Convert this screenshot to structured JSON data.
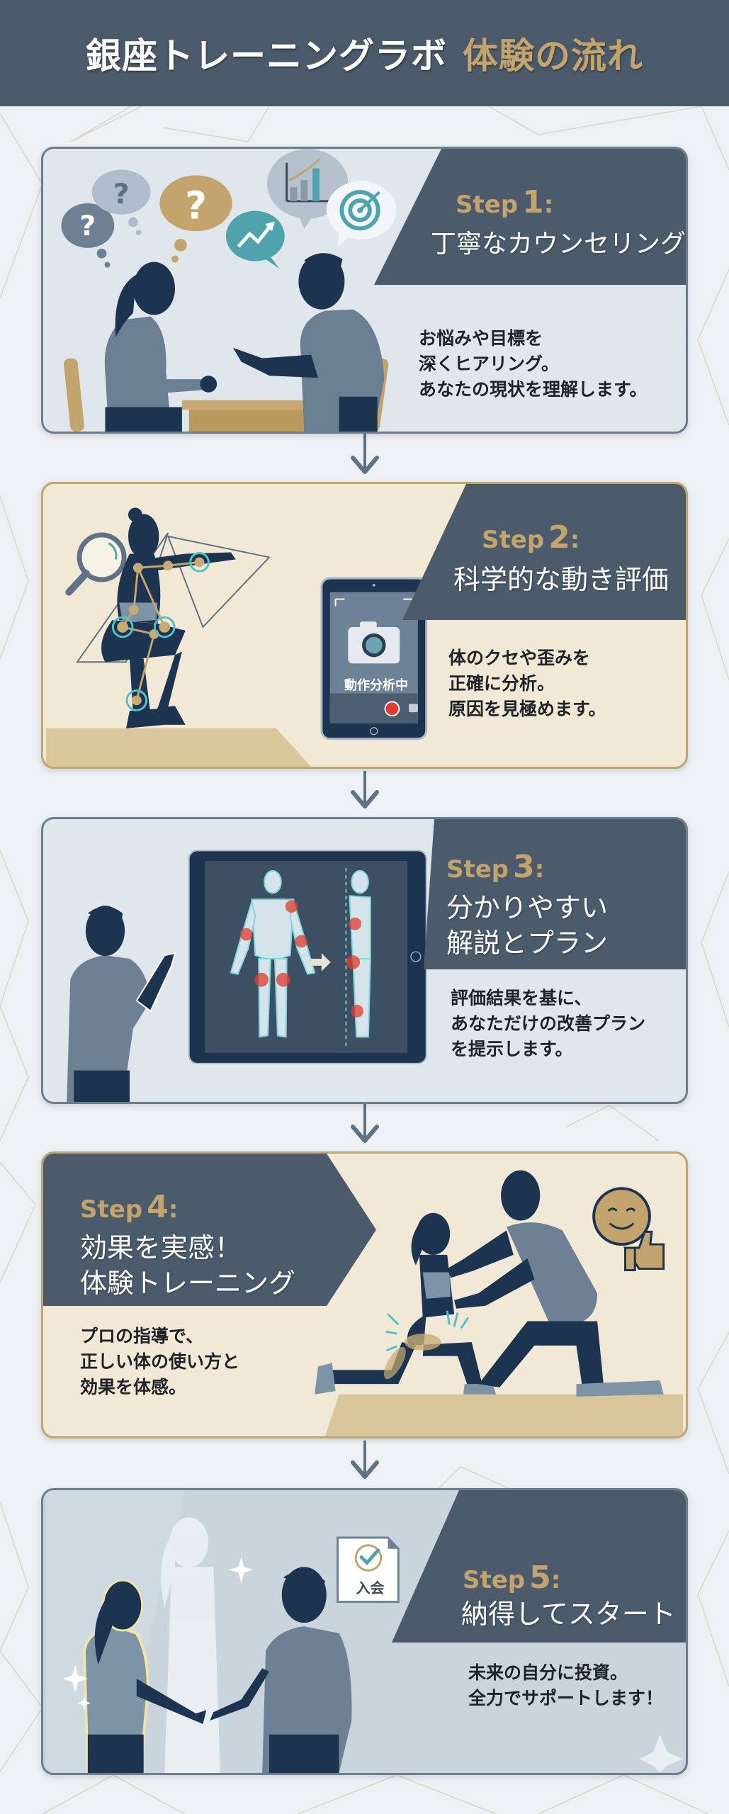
{
  "header": {
    "title_main": "銀座トレーニングラボ",
    "title_accent": "体験の流れ"
  },
  "colors": {
    "header_bg": "#4a5a6a",
    "accent_gold": "#c2a46c",
    "banner_slate": "#4b5b6c",
    "card_slate_bg": "#dfe6ec",
    "card_gold_bg": "#f1e8d6",
    "teal": "#4fa3ad",
    "navy_silhouette": "#1d3450",
    "alert_red": "#e23b2e"
  },
  "steps": [
    {
      "label": "Step",
      "number": "1",
      "colon": ":",
      "title_lines": [
        "丁寧なカウンセリング"
      ],
      "description_lines": [
        "お悩みや目標を",
        "深くヒアリング。",
        "あなたの現状を理解します。"
      ],
      "illustration": "counseling-two-people-icons",
      "icons": [
        "question-cloud-icon",
        "question-cloud-icon",
        "question-cloud-icon",
        "trend-up-bubble-icon",
        "bar-chart-bubble-icon",
        "target-bubble-icon"
      ]
    },
    {
      "label": "Step",
      "number": "2",
      "colon": ":",
      "title_lines": [
        "科学的な動き評価"
      ],
      "description_lines": [
        "体のクセや歪みを",
        "正確に分析。",
        "原因を見極めます。"
      ],
      "illustration": "squat-motion-analysis",
      "tablet_text": "動作分析中",
      "icons": [
        "magnifier-icon",
        "camera-icon",
        "record-button-icon"
      ]
    },
    {
      "label": "Step",
      "number": "3",
      "colon": ":",
      "title_lines": [
        "分かりやすい",
        "解説とプラン"
      ],
      "description_lines": [
        "評価結果を基に、",
        "あなただけの改善プラン",
        "を提示します。"
      ],
      "illustration": "trainer-explaining-body-scan"
    },
    {
      "label": "Step",
      "number": "4",
      "colon": ":",
      "title_lines": [
        "効果を実感！",
        "体験トレーニング"
      ],
      "description_lines": [
        "プロの指導で、",
        "正しい体の使い方と",
        "効果を体感。"
      ],
      "illustration": "lunge-coaching",
      "icons": [
        "smiley-thumbs-up-icon"
      ]
    },
    {
      "label": "Step",
      "number": "5",
      "colon": ":",
      "title_lines": [
        "納得してスタート"
      ],
      "description_lines": [
        "未来の自分に投資。",
        "全力でサポートします！"
      ],
      "illustration": "handshake-membership",
      "document_text": "入会",
      "icons": [
        "check-document-icon",
        "sparkle-icon"
      ]
    }
  ]
}
